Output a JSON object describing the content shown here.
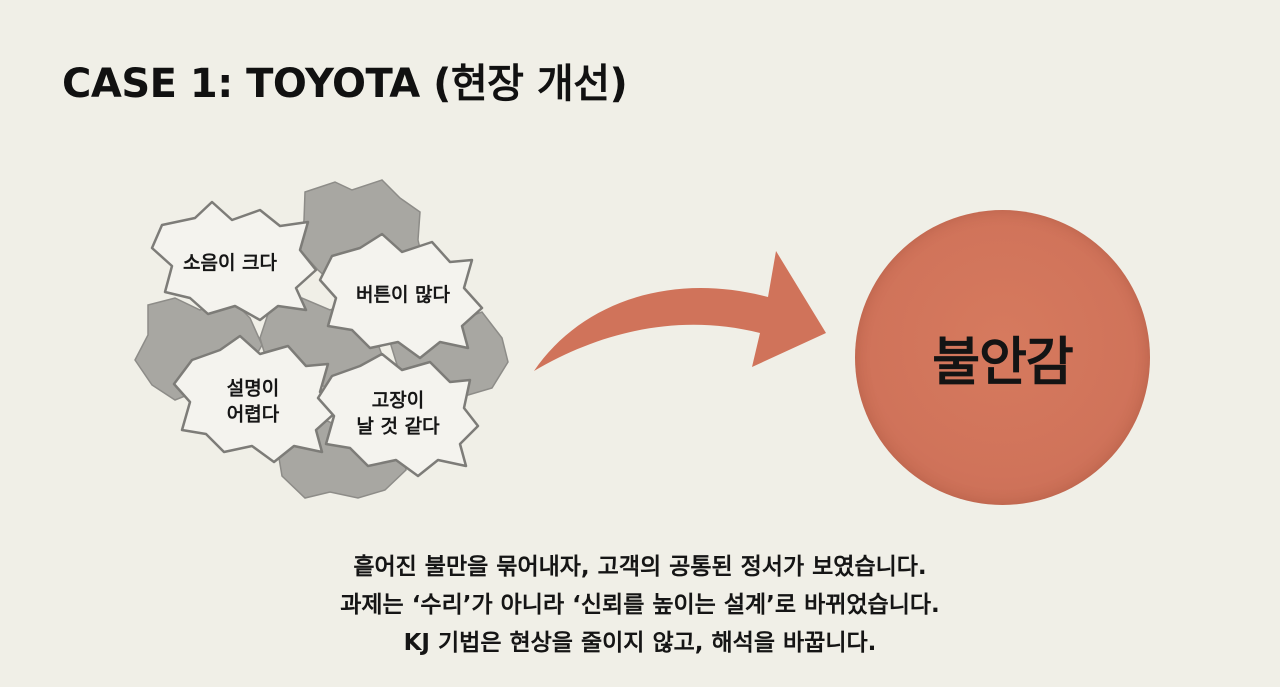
{
  "title": "CASE 1: TOYOTA (현장 개선)",
  "cluster": {
    "labels": [
      "소음이 크다",
      "버튼이 많다",
      "설명이\n어렵다",
      "고장이\n날 것 같다"
    ]
  },
  "result": {
    "label": "불안감",
    "color": "#d0735a"
  },
  "caption": {
    "lines": [
      "흩어진 불만을 묶어내자, 고객의 공통된 정서가 보였습니다.",
      "과제는 ‘수리’가 아니라 ‘신뢰를 높이는 설계’로 바뀌었습니다.",
      "KJ 기법은 현상을 줄이지 않고, 해석을 바꿉니다."
    ]
  },
  "colors": {
    "background": "#f0efe7",
    "piece_white": "#f4f3ee",
    "piece_gray": "#a8a7a2",
    "accent": "#d0735a"
  }
}
